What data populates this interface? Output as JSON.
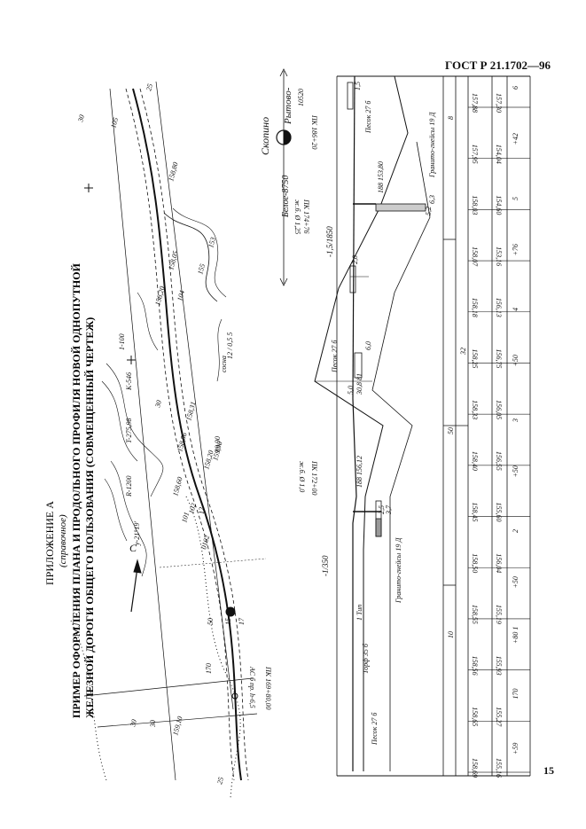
{
  "header": {
    "standard": "ГОСТ Р 21.1702—96",
    "page_number": "15"
  },
  "title": {
    "appendix": "ПРИЛОЖЕНИЕ А",
    "note": "(справочное)",
    "line1": "ПРИМЕР ОФОРМЛЕНИЯ ПЛАНА И ПРОДОЛЬНОГО ПРОФИЛЯ НОВОЙ ОДНОПУТНОЙ",
    "line2": "ЖЕЛЕЗНОЙ ДОРОГИ ОБЩЕГО ПОЛЬЗОВАНИЯ (СОВМЕЩЕННЫЙ ЧЕРТЕЖ)"
  },
  "plan": {
    "north": "С",
    "curve_angle": "у-21°19'",
    "curve_radius": "R-1200",
    "curve_tangent": "T-275,98",
    "curve_length": "K-546",
    "scale_mark": "1-100",
    "pine": "сосна",
    "pine_data": "12 / 0,5 5",
    "elev_points": [
      "158,80",
      "158,20",
      "158,05",
      "158,60",
      "158,56",
      "158,31",
      "159,10",
      "158,20",
      "159,90",
      "155",
      "153"
    ],
    "contour_labels": [
      "30",
      "25",
      "30",
      "25",
      "30",
      "105",
      "102",
      "104",
      "101",
      "0102"
    ],
    "pickets": [
      "15",
      "17",
      "50",
      "170",
      "12",
      "89,90",
      "30"
    ]
  },
  "station_labels": {
    "skopino": "Скопино",
    "rytovo": "Рытово-",
    "rytovo_code": "10520",
    "belo": "Белое-8750",
    "pk_right": "ПК 186+20",
    "pk_mid": "ПК 174+76",
    "pk_mid_note": "ж.б. Ø 1,25",
    "pk_left": "ПК 172+00",
    "pk_left_note": "ж.б. Ø 1,0",
    "as_note": "АС б пр. h-6,5",
    "pk_start": "ПК 169+80,00"
  },
  "profile": {
    "slope_left": "-1/350",
    "slope_right": "-1,5/1850",
    "soils": [
      "Торф 35 б",
      "Песок 27 б",
      "1 Тип",
      "Гранито-гнейсы 19 Д",
      "Песок 27 б",
      "Гранито-гнейсы 19 Д",
      "Песок 27 б"
    ],
    "marks": [
      "188 156,12",
      "188 153,80",
      "5,0",
      "30,8 81",
      "6,0",
      "2,0",
      "1,5",
      "6,3",
      "5,2",
      "2,5",
      "3,7"
    ],
    "grid_labels": [
      "10",
      "50",
      "32",
      "8"
    ],
    "elev_row1": [
      "158,69",
      "158,65",
      "158,56",
      "158,55",
      "158,50",
      "158,45",
      "158,40",
      "158,33",
      "158,25",
      "158,18",
      "158,07",
      "158,03",
      "157,95",
      "157,88"
    ],
    "elev_row2": [
      "155,16",
      "155,27",
      "155,93",
      "155,19",
      "156,04",
      "155,60",
      "156,55",
      "156,05",
      "156,75",
      "156,13",
      "153,16",
      "154,60",
      "154,04",
      "157,30"
    ],
    "pickets": [
      "+59",
      "170",
      "+80 1",
      "+50",
      "2",
      "+50",
      "3",
      "+50",
      "4",
      "+76",
      "5",
      "+42",
      "6"
    ]
  }
}
